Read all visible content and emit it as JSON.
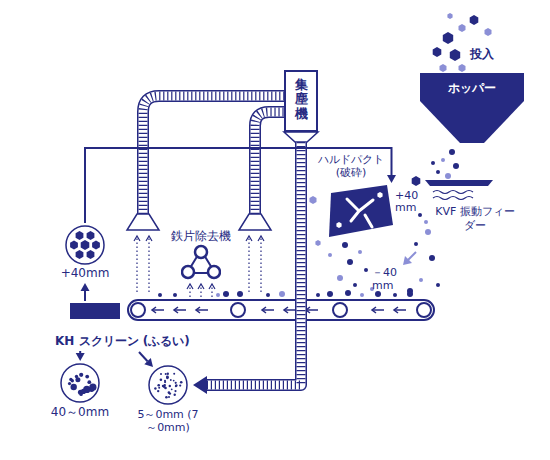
{
  "diagram": {
    "nodes": [
      {
        "text": [
          "ホッパー"
        ]
      },
      {
        "text": [
          "集塵機"
        ]
      },
      {
        "text": [
          "ハルドパクト (破砕)"
        ]
      },
      {
        "text": [
          "KVF 振動フィーダー"
        ]
      },
      {
        "text": [
          "鉄片除去機"
        ]
      },
      {
        "text": [
          "KH スクリーン (ふるい)"
        ]
      },
      {
        "text": [
          "+40mm"
        ]
      },
      {
        "text": [
          "40～0mm"
        ]
      },
      {
        "text": [
          "5～0mm (7～0mm)"
        ]
      }
    ],
    "edges": [
      {
        "from": 5,
        "to": 6,
        "arrow": "to"
      },
      {
        "from": 5,
        "to": 7,
        "arrow": "to"
      },
      {
        "from": 5,
        "to": 8,
        "arrow": "to"
      },
      {
        "from": 6,
        "to": 2,
        "arrow": "to"
      },
      {
        "from": 1,
        "to": 8,
        "arrow": "to"
      }
    ],
    "labels": [
      "投入",
      "+40 mm",
      "－40 mm"
    ]
  }
}
